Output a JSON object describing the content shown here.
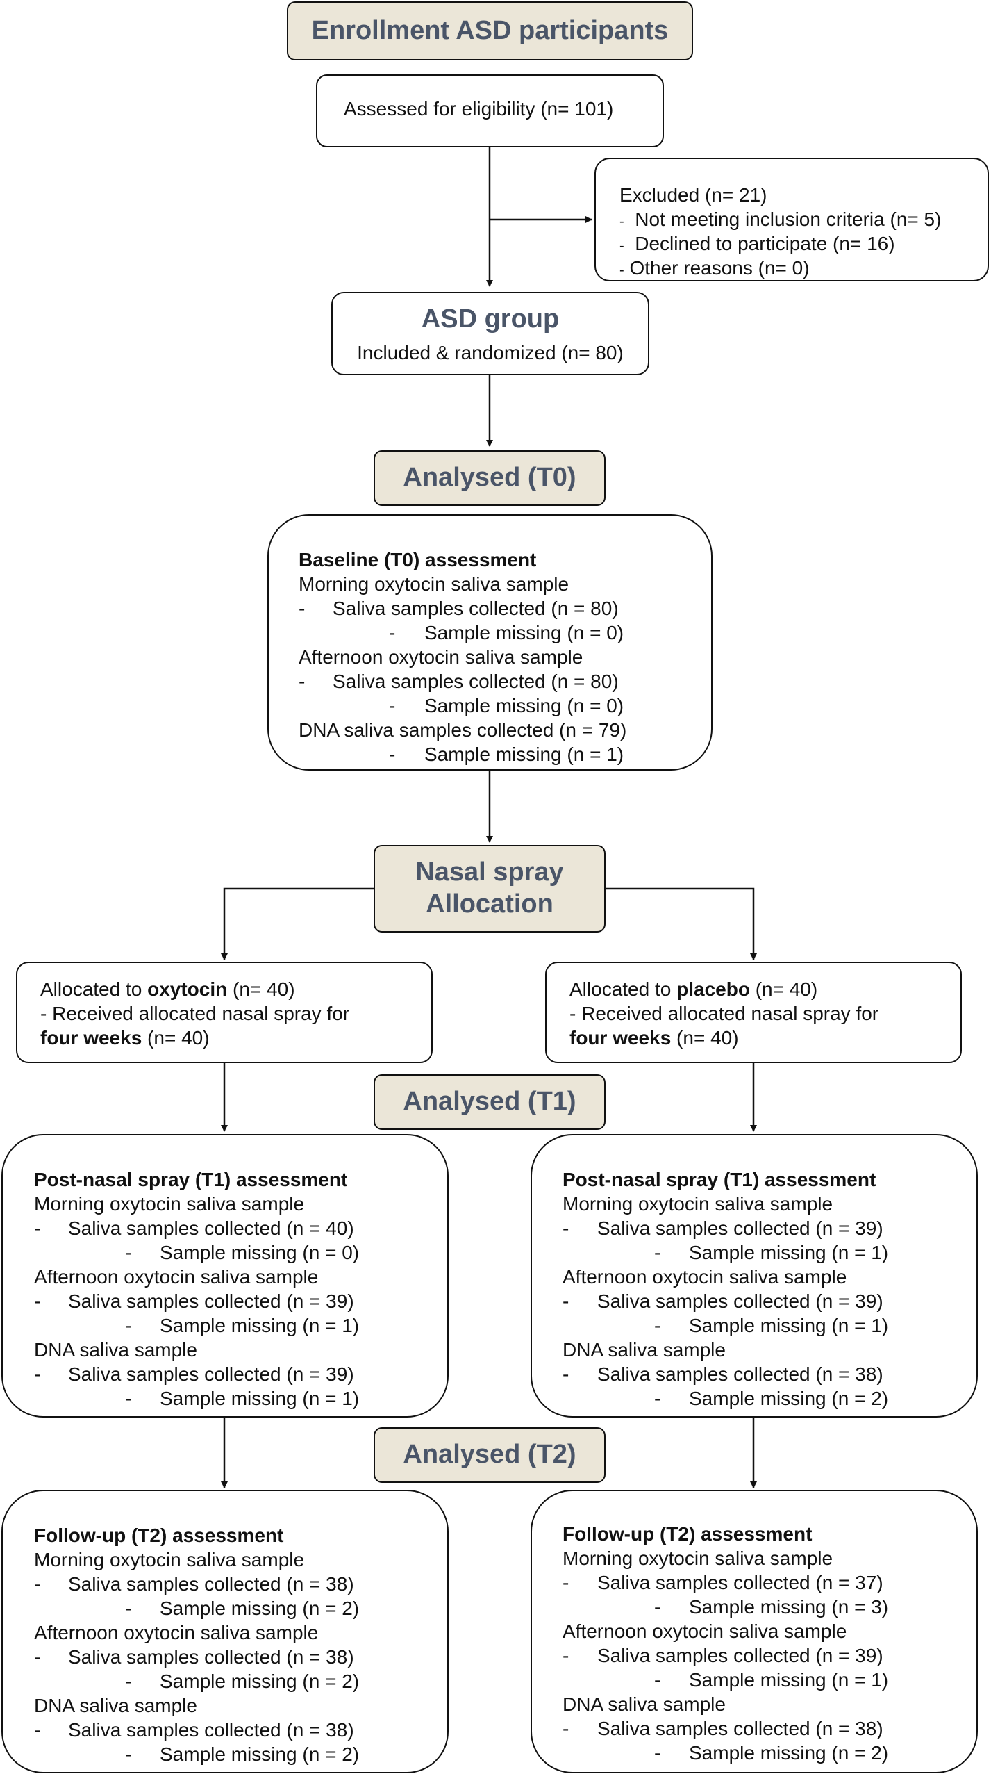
{
  "enrollment": {
    "title": "Enrollment ASD participants"
  },
  "eligibility": {
    "text": "Assessed for eligibility (n= 101)"
  },
  "excluded": {
    "title": "Excluded  (n= 21)",
    "items": [
      "Not meeting inclusion criteria (n= 5)",
      "Declined to participate (n= 16)",
      "Other reasons (n= 0)"
    ]
  },
  "asd_group": {
    "title": "ASD group",
    "subtitle": "Included & randomized (n= 80)"
  },
  "analysed_t0": {
    "title": "Analysed (T0)"
  },
  "baseline": {
    "title": "Baseline (T0) assessment",
    "lines": [
      "Morning oxytocin saliva sample",
      "Saliva samples collected (n = 80)",
      "Sample missing (n = 0)",
      "Afternoon oxytocin saliva sample",
      "Saliva samples collected (n = 80)",
      "Sample missing (n = 0)",
      "DNA saliva samples collected (n = 79)",
      "Sample missing (n = 1)"
    ]
  },
  "allocation": {
    "title_line1": "Nasal spray",
    "title_line2": "Allocation"
  },
  "oxytocin_arm": {
    "prefix": "Allocated to ",
    "drug": "oxytocin",
    "count": " (n= 40)",
    "line2": "- Received allocated nasal spray for",
    "duration": "four weeks",
    "duration_count": " (n= 40)"
  },
  "placebo_arm": {
    "prefix": "Allocated to ",
    "drug": "placebo",
    "count": " (n= 40)",
    "line2": "- Received allocated nasal spray for",
    "duration": "four weeks",
    "duration_count": " (n= 40)"
  },
  "analysed_t1": {
    "title": "Analysed (T1)"
  },
  "oxytocin_t1": {
    "title": "Post-nasal spray (T1) assessment",
    "lines": [
      "Morning oxytocin saliva sample",
      "Saliva samples collected (n = 40)",
      "Sample missing (n = 0)",
      "Afternoon oxytocin saliva sample",
      "Saliva samples collected (n = 39)",
      "Sample missing (n = 1)",
      "DNA saliva sample",
      "Saliva samples collected (n = 39)",
      "Sample missing (n = 1)"
    ]
  },
  "placebo_t1": {
    "title": "Post-nasal spray (T1) assessment",
    "lines": [
      "Morning oxytocin saliva sample",
      "Saliva samples collected (n = 39)",
      "Sample missing (n = 1)",
      "Afternoon oxytocin saliva sample",
      "Saliva samples collected (n = 39)",
      "Sample missing (n = 1)",
      "DNA saliva sample",
      "Saliva samples collected (n = 38)",
      "Sample missing (n = 2)"
    ]
  },
  "analysed_t2": {
    "title": "Analysed (T2)"
  },
  "oxytocin_t2": {
    "title": "Follow-up (T2) assessment",
    "lines": [
      "Morning oxytocin saliva sample",
      "Saliva samples collected (n = 38)",
      "Sample missing (n = 2)",
      "Afternoon oxytocin saliva sample",
      "Saliva samples collected (n = 38)",
      "Sample missing (n = 2)",
      "DNA saliva sample",
      "Saliva samples collected (n = 38)",
      "Sample missing (n = 2)"
    ]
  },
  "placebo_t2": {
    "title": "Follow-up (T2) assessment",
    "lines": [
      "Morning oxytocin saliva sample",
      "Saliva samples collected (n = 37)",
      "Sample missing (n = 3)",
      "Afternoon oxytocin saliva sample",
      "Saliva samples collected (n = 39)",
      "Sample missing (n = 1)",
      "DNA saliva sample",
      "Saliva samples collected (n = 38)",
      "Sample missing (n = 2)"
    ]
  },
  "colors": {
    "header_fill": "#ebe6d8",
    "header_text": "#4a5568",
    "stroke": "#111111"
  }
}
